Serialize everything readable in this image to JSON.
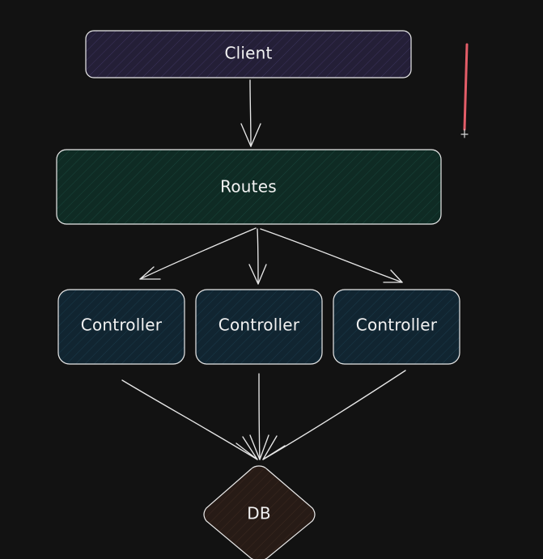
{
  "diagram": {
    "nodes": {
      "client": {
        "label": "Client"
      },
      "routes": {
        "label": "Routes"
      },
      "controllers": [
        {
          "label": "Controller"
        },
        {
          "label": "Controller"
        },
        {
          "label": "Controller"
        }
      ],
      "db": {
        "label": "DB"
      }
    },
    "colors": {
      "background": "#121212",
      "stroke": "#e9e9e9",
      "client_fill": "#241f37",
      "routes_fill": "#0f2b24",
      "controller_fill": "#112531",
      "db_fill": "#271b16",
      "cursor": "#e35d68"
    }
  }
}
